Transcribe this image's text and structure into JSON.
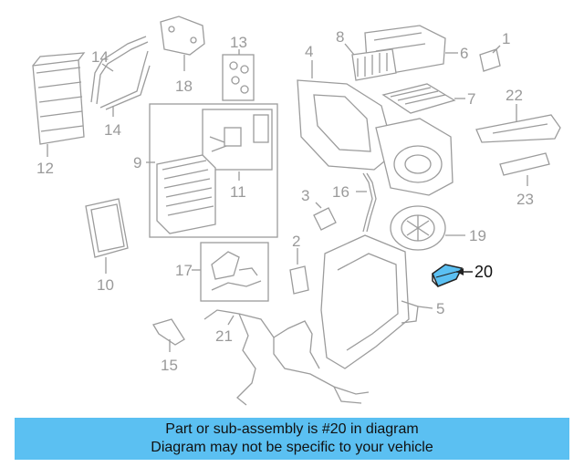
{
  "diagram": {
    "callouts": [
      "1",
      "2",
      "3",
      "4",
      "5",
      "6",
      "7",
      "8",
      "9",
      "10",
      "11",
      "12",
      "13",
      "14",
      "14",
      "15",
      "16",
      "17",
      "18",
      "19",
      "20",
      "21",
      "22",
      "23"
    ],
    "highlight_part": "20",
    "highlight_color": "#5bc0f2",
    "line_color": "#9c9c9c"
  },
  "banner": {
    "line1": "Part or sub-assembly is #20 in diagram",
    "line2": "Diagram may not be specific to your vehicle",
    "color": "#5bc0f2"
  }
}
